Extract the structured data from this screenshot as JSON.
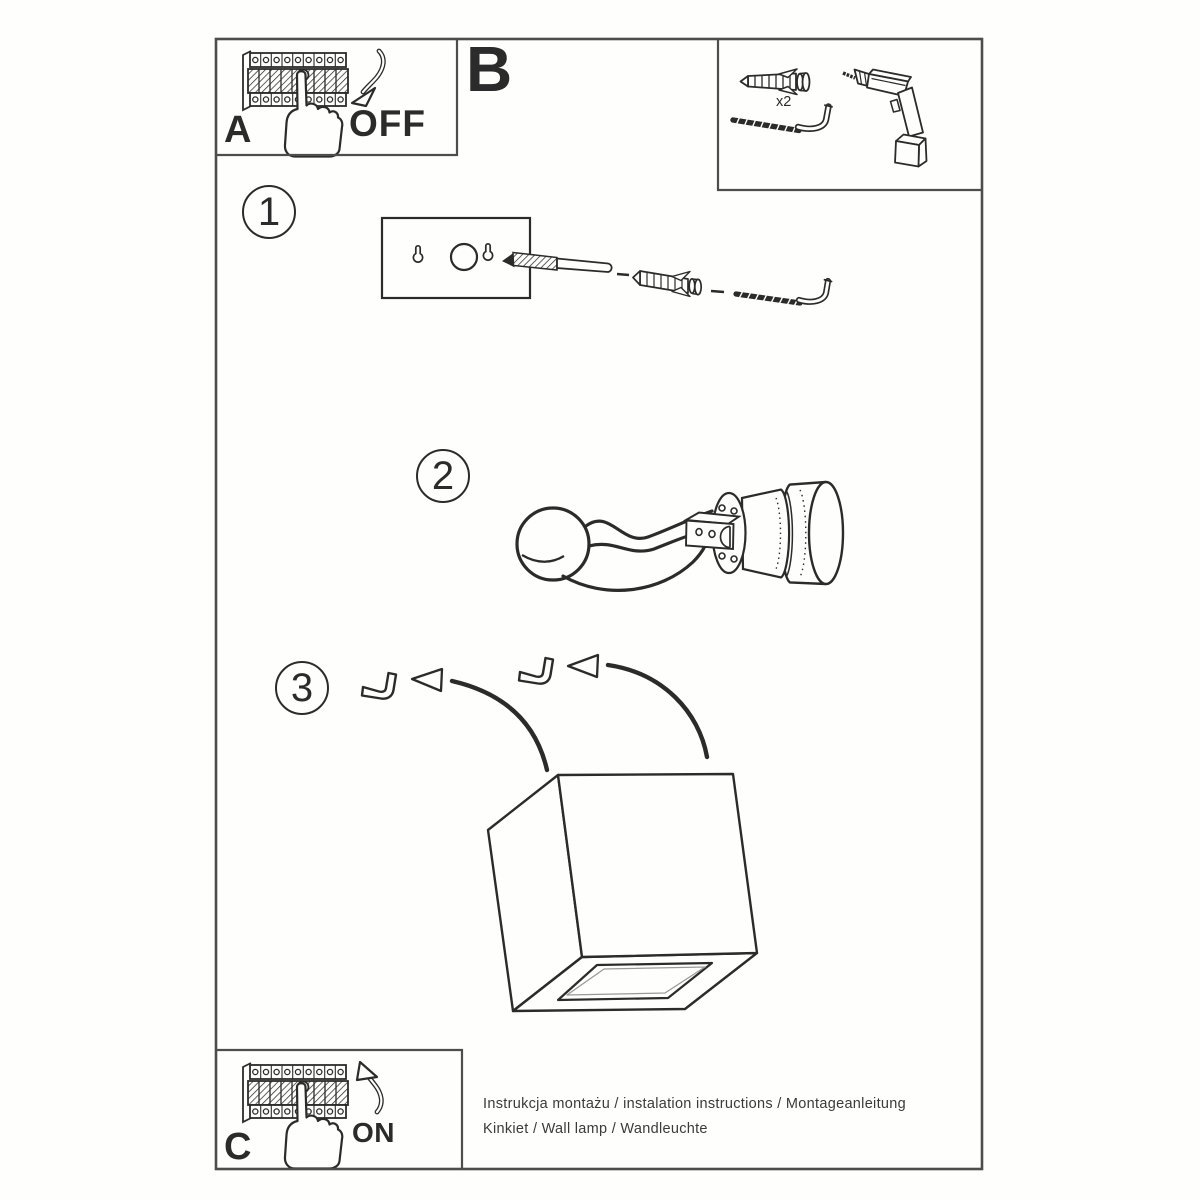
{
  "sheet": {
    "section_b_label": "B",
    "breaker_off": {
      "label": "A",
      "state": "OFF"
    },
    "breaker_on": {
      "label": "C",
      "state": "ON"
    },
    "parts": {
      "anchor_quantity": "x2",
      "items": [
        "wall-plug-anchor",
        "hook-screw",
        "electric-drill"
      ]
    },
    "steps": [
      {
        "number": "1",
        "icons": [
          "mounting-plate",
          "drill-bit",
          "wall-plug-anchor",
          "hook-screw"
        ]
      },
      {
        "number": "2",
        "icons": [
          "wire-coil",
          "wires",
          "terminal-block",
          "lamp-socket"
        ]
      },
      {
        "number": "3",
        "icons": [
          "hook-screw",
          "hook-screw",
          "cube-lamp-body"
        ]
      }
    ],
    "footer": {
      "line1": "Instrukcja montażu / instalation instructions / Montageanleitung",
      "line2": "Kinkiet / Wall lamp / Wandleuchte"
    }
  },
  "colors": {
    "ink": "#2b2b2b",
    "frame": "#4d4d4d",
    "text": "#3a3a3a",
    "paper": "#fefefc"
  }
}
